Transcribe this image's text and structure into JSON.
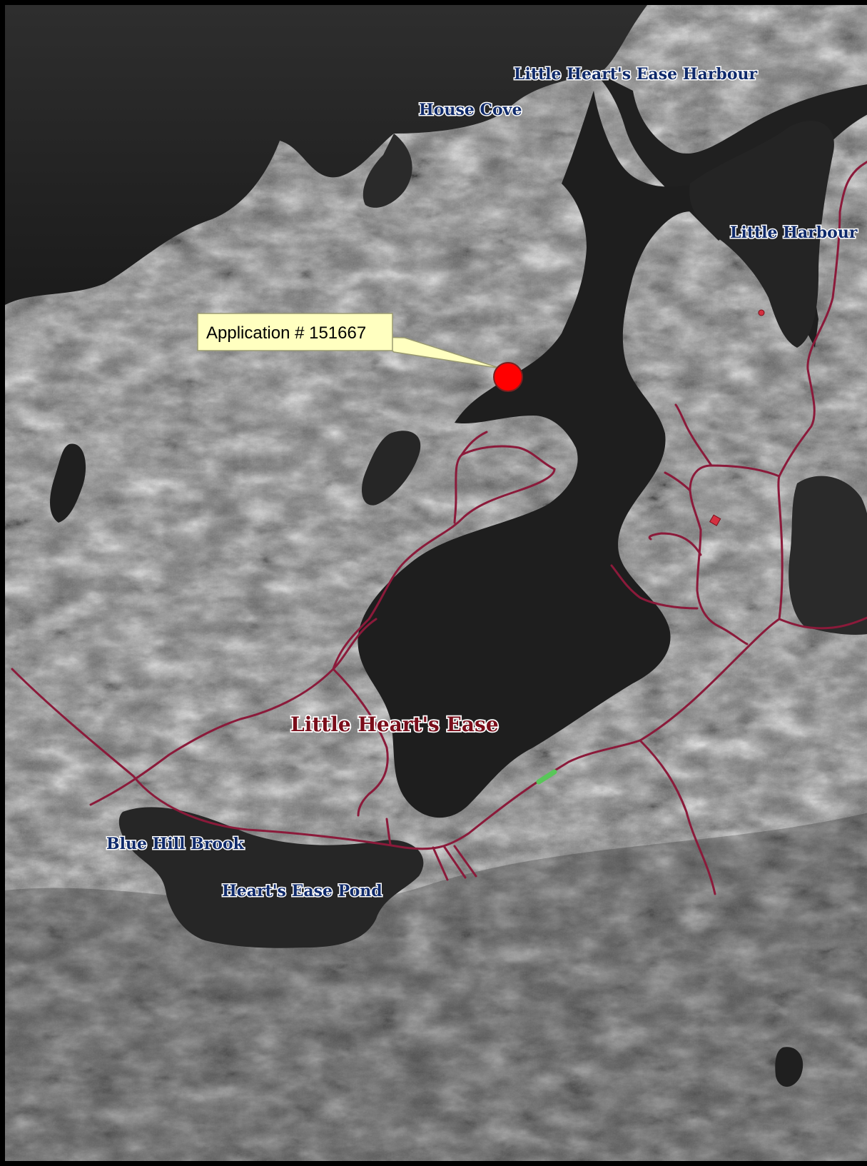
{
  "map": {
    "callout": {
      "text": "Application # 151667"
    },
    "labels": {
      "little_hearts_ease_harbour": "Little Heart's Ease Harbour",
      "house_cove": "House Cove",
      "little_harbour": "Little Harbour",
      "little_hearts_ease": "Little Heart's Ease",
      "blue_hill_brook": "Blue Hill Brook",
      "hearts_ease_pond": "Heart's Ease Pond"
    },
    "colors": {
      "road": "#8b1a3a",
      "application_marker": "#ff0000",
      "callout_fill": "#ffffc0",
      "water_label": "#0f2a6b",
      "town_label": "#7a0d1a"
    },
    "icons": {
      "application_marker": "red-circle-marker",
      "parcel_marker": "red-square-marker"
    }
  }
}
